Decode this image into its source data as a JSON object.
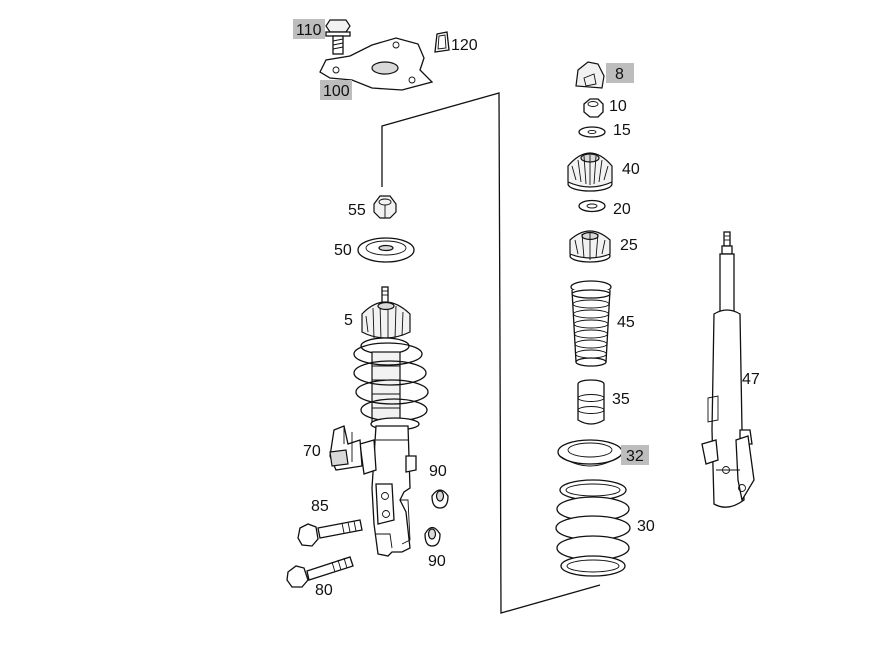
{
  "labels": {
    "p110": "110",
    "p120": "120",
    "p100": "100",
    "p8": "8",
    "p10": "10",
    "p15": "15",
    "p40": "40",
    "p55": "55",
    "p20": "20",
    "p50": "50",
    "p25": "25",
    "p5": "5",
    "p45": "45",
    "p47": "47",
    "p35": "35",
    "p70": "70",
    "p32": "32",
    "p90a": "90",
    "p85": "85",
    "p30": "30",
    "p90b": "90",
    "p80": "80"
  },
  "colors": {
    "ink": "#111111",
    "highlight": "#bdbdbd",
    "background": "#ffffff"
  }
}
